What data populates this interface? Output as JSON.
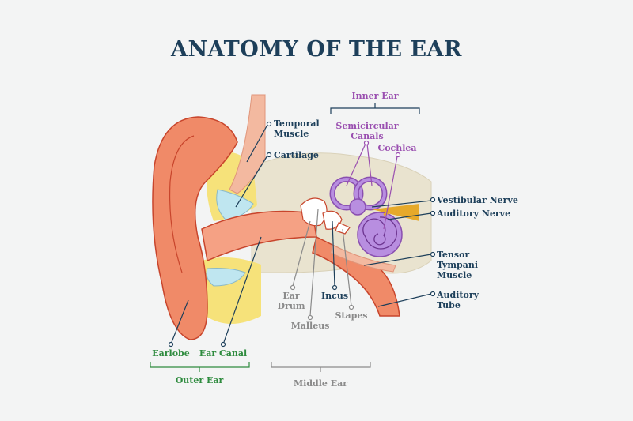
{
  "title": "ANATOMY OF THE EAR",
  "groups": {
    "inner_ear": "Inner Ear",
    "outer_ear": "Outer Ear",
    "middle_ear": "Middle Ear"
  },
  "labels": {
    "temporal_muscle_1": "Temporal",
    "temporal_muscle_2": "Muscle",
    "cartilage": "Cartilage",
    "semicircular_1": "Semicircular",
    "semicircular_2": "Canals",
    "cochlea": "Cochlea",
    "vestibular_nerve": "Vestibular Nerve",
    "auditory_nerve": "Auditory Nerve",
    "tensor_1": "Tensor",
    "tensor_2": "Tympani",
    "tensor_3": "Muscle",
    "auditory_tube_1": "Auditory",
    "auditory_tube_2": "Tube",
    "ear_drum_1": "Ear",
    "ear_drum_2": "Drum",
    "malleus": "Malleus",
    "incus": "Incus",
    "stapes": "Stapes",
    "earlobe": "Earlobe",
    "ear_canal": "Ear Canal"
  },
  "colors": {
    "navy": "#1d3f5a",
    "purple": "#9a4fb0",
    "green": "#2e8b3e",
    "gray": "#8a8a8a",
    "skin": "#f08a68",
    "skin_dark": "#c8452c",
    "bone": "#e9e3cf",
    "fat": "#f6e27a",
    "cartilage": "#bfe6f0",
    "muscle": "#f3b9a0",
    "cochlea": "#b88ee0"
  }
}
